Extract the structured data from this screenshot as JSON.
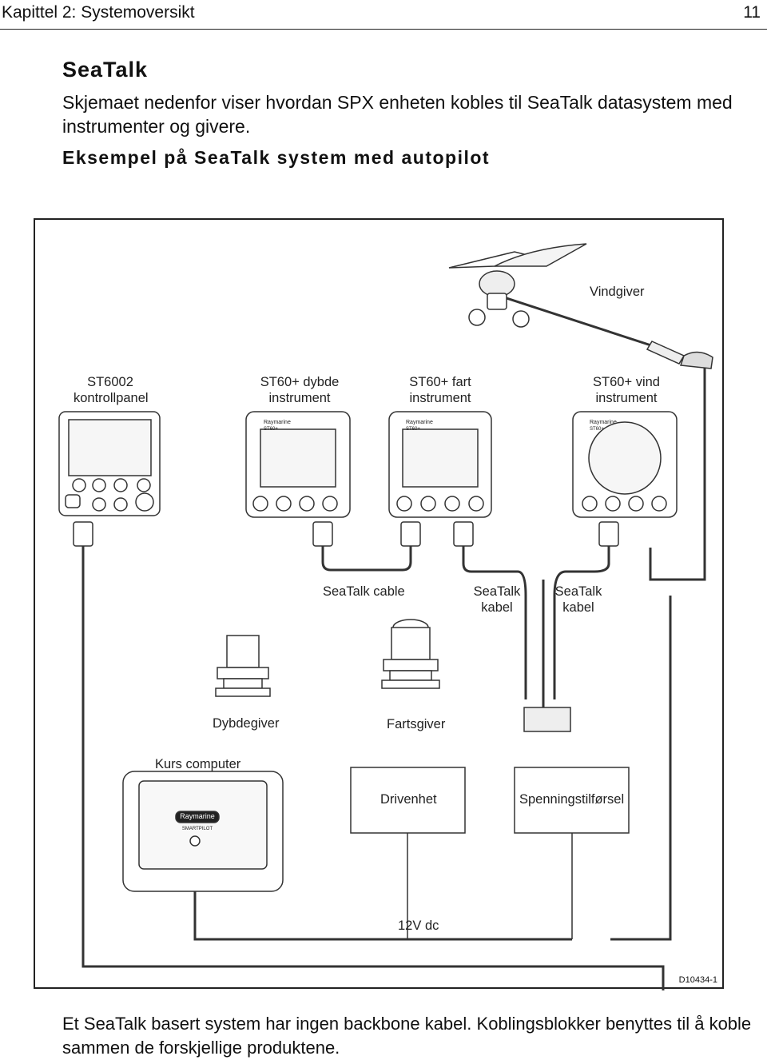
{
  "header": {
    "chapter": "Kapittel 2: Systemoversikt",
    "page_number": "11"
  },
  "section": {
    "title": "SeaTalk",
    "intro": "Skjemaet nedenfor viser hvordan SPX enheten kobles til SeaTalk datasystem med instrumenter og givere.",
    "example_title": "Eksempel på SeaTalk system med autopilot"
  },
  "diagram": {
    "wind_transducer": "Vindgiver",
    "control_panel": [
      "ST6002",
      "kontrollpanel"
    ],
    "depth_instrument": [
      "ST60+ dybde",
      "instrument"
    ],
    "speed_instrument": [
      "ST60+ fart",
      "instrument"
    ],
    "wind_instrument": [
      "ST60+ vind",
      "instrument"
    ],
    "cable_1": "SeaTalk cable",
    "cable_2": [
      "SeaTalk",
      "kabel"
    ],
    "cable_3": [
      "SeaTalk",
      "kabel"
    ],
    "depth_transducer": "Dybdegiver",
    "speed_transducer": "Fartsgiver",
    "course_computer": "Kurs computer",
    "drive_unit": "Drivenhet",
    "power_supply": "Spenningstilførsel",
    "power_label": "12V dc",
    "brand": "Raymarine",
    "model_badge": "ST60+",
    "brand_sub": "SMARTPILOT",
    "figure_code": "D10434-1"
  },
  "caption": "Et SeaTalk basert system har ingen backbone kabel. Koblingsblokker benyttes til å koble sammen de forskjellige produktene."
}
